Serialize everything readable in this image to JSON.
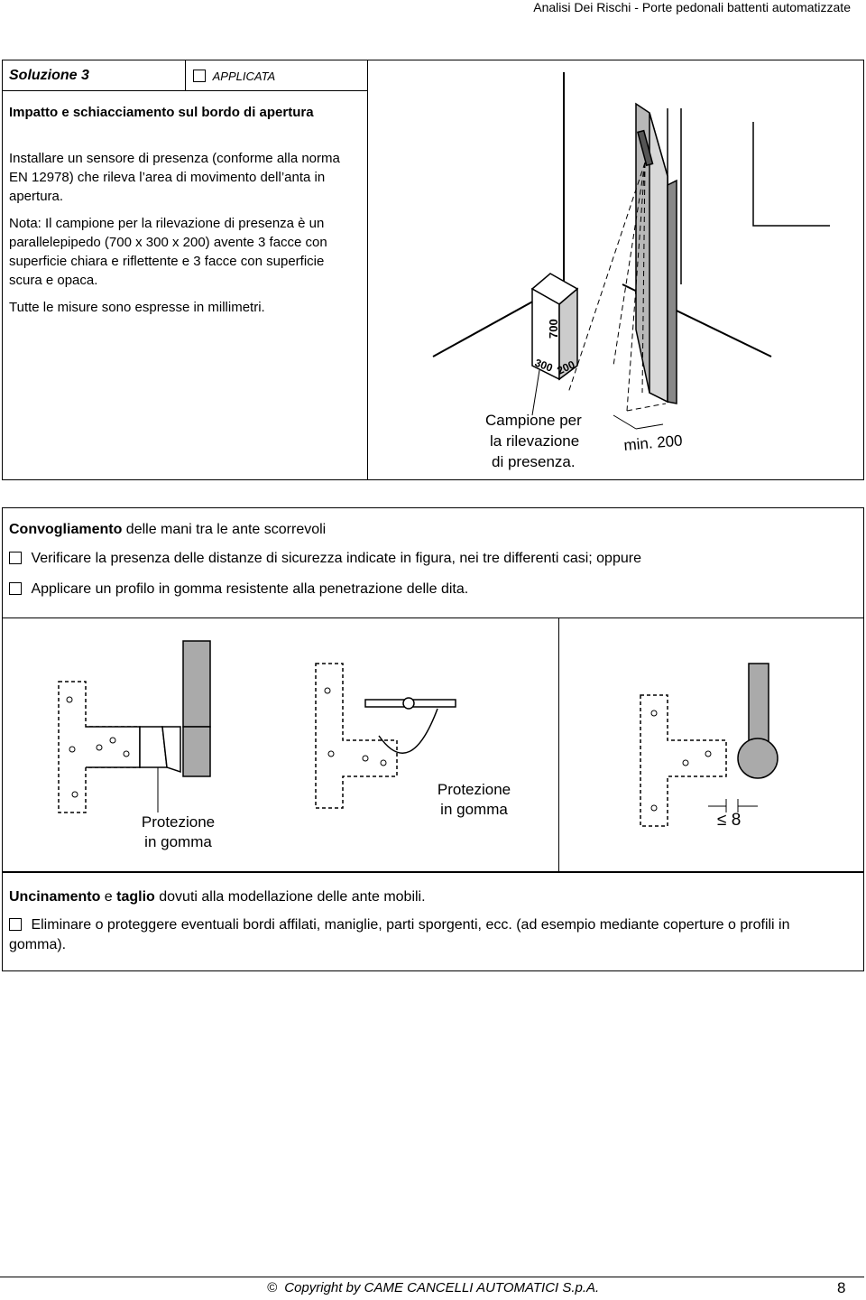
{
  "header": {
    "title": "Analisi Dei Rischi - Porte pedonali battenti automatizzate"
  },
  "section1": {
    "label": "Soluzione 3",
    "status_label": "APPLICATA",
    "heading": "Impatto e schiacciamento sul bordo di apertura",
    "paragraph1": "Installare un sensore di presenza (conforme alla norma EN 12978) che rileva l’area di movimento dell’anta in apertura.",
    "paragraph2": "Nota: Il campione per la rilevazione di presenza è un parallelepipedo (700 x 300 x 200) avente 3 facce con superficie chiara e riflettente e 3 facce con superficie scura e opaca.",
    "paragraph3": "Tutte le misure sono espresse in millimetri.",
    "figure": {
      "dim_height": "700",
      "dim_width": "300",
      "dim_depth": "200",
      "caption_line1": "Campione per",
      "caption_line2": "la rilevazione",
      "caption_line3": "di presenza.",
      "min_label": "min. 200"
    }
  },
  "section2": {
    "heading_bold": "Convogliamento",
    "heading_rest": " delle mani tra le ante scorrevoli",
    "option1": "Verificare la presenza delle distanze di sicurezza indicate in figura, nei tre differenti casi; oppure",
    "option2": "Applicare un profilo in gomma resistente alla penetrazione delle dita.",
    "fig1_label_line1": "Protezione",
    "fig1_label_line2": "in gomma",
    "fig2_label_line1": "Protezione",
    "fig2_label_line2": "in gomma",
    "fig3_label": "≤ 8"
  },
  "section3": {
    "heading_bold1": "Uncinamento",
    "heading_mid": " e ",
    "heading_bold2": "taglio",
    "heading_rest": " dovuti alla modellazione delle ante mobili.",
    "option1": "Eliminare o proteggere eventuali bordi affilati, maniglie, parti sporgenti, ecc. (ad esempio mediante coperture o profili in gomma)."
  },
  "footer": {
    "copyright": "Copyright by CAME CANCELLI AUTOMATICI S.p.A.",
    "page_number": "8"
  }
}
